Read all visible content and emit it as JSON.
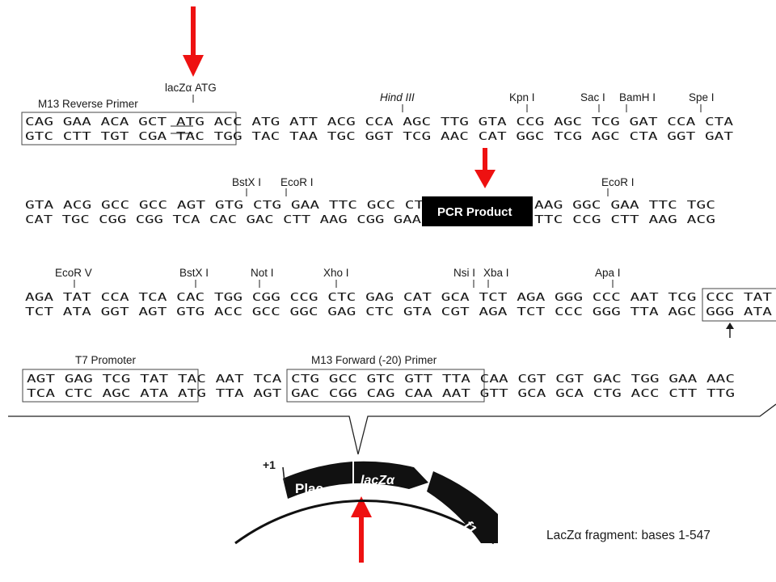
{
  "labels": {
    "lacz_atg": "lacZα ATG",
    "m13_reverse": "M13 Reverse Primer",
    "t7_promoter": "T7 Promoter",
    "m13_forward": "M13 Forward (-20) Primer",
    "pcr_product": "PCR Product",
    "plac": "Plac",
    "lacz": "lacZα",
    "f1": "f1",
    "plus_one": "+1",
    "fragment": "LacZα fragment: bases 1-547"
  },
  "sites": {
    "hind3": "Hind III",
    "kpn1": "Kpn I",
    "sac1": "Sac I",
    "bamh1": "BamH I",
    "spe1": "Spe I",
    "bstx1_a": "BstX I",
    "ecor1_a": "EcoR I",
    "ecor1_b": "EcoR I",
    "ecorv": "EcoR V",
    "bstx1_b": "BstX I",
    "not1": "Not I",
    "xho1": "Xho I",
    "nsi1": "Nsi I",
    "xba1": "Xba I",
    "apa1": "Apa I"
  },
  "sequence": {
    "row1_top": "CAG GAA ACA GCT ATG ACC ATG ATT ACG CCA AGC TTG GTA CCG AGC TCG GAT CCA CTA",
    "row1_bottom": "GTC CTT TGT CGA TAC TGG TAC TAA TGC GGT TCG AAC CAT GGC TCG AGC CTA GGT GAT",
    "row2_top_left": "GTA ACG GCC GCC AGT GTG CTG GAA TTC GCC CTT",
    "row2_top_right": "AAG GGC GAA TTC TGC",
    "row2_bottom_left": "CAT TGC CGG CGG TCA CAC GAC CTT AAG CGG GAA",
    "row2_bottom_right": "TTC CCG CTT AAG ACG",
    "row3_top": "AGA TAT CCA TCA CAC TGG CGG CCG CTC GAG CAT GCA TCT AGA GGG CCC AAT TCG CCC TAT",
    "row3_bottom": "TCT ATA GGT AGT GTG ACC GCC GGC GAG CTC GTA CGT AGA TCT CCC GGG TTA AGC GGG ATA",
    "row4_top": "AGT GAG TCG TAT TAC AAT TCA CTG GCC GTC GTT TTA CAA CGT CGT GAC TGG GAA AAC",
    "row4_bottom": "TCA CTC AGC ATA ATG TTA AGT GAC CGG CAG CAA AAT GTT GCA GCA CTG ACC CTT TTG"
  },
  "colors": {
    "arrow": "#ee1111",
    "ink": "#1a1a1a"
  }
}
